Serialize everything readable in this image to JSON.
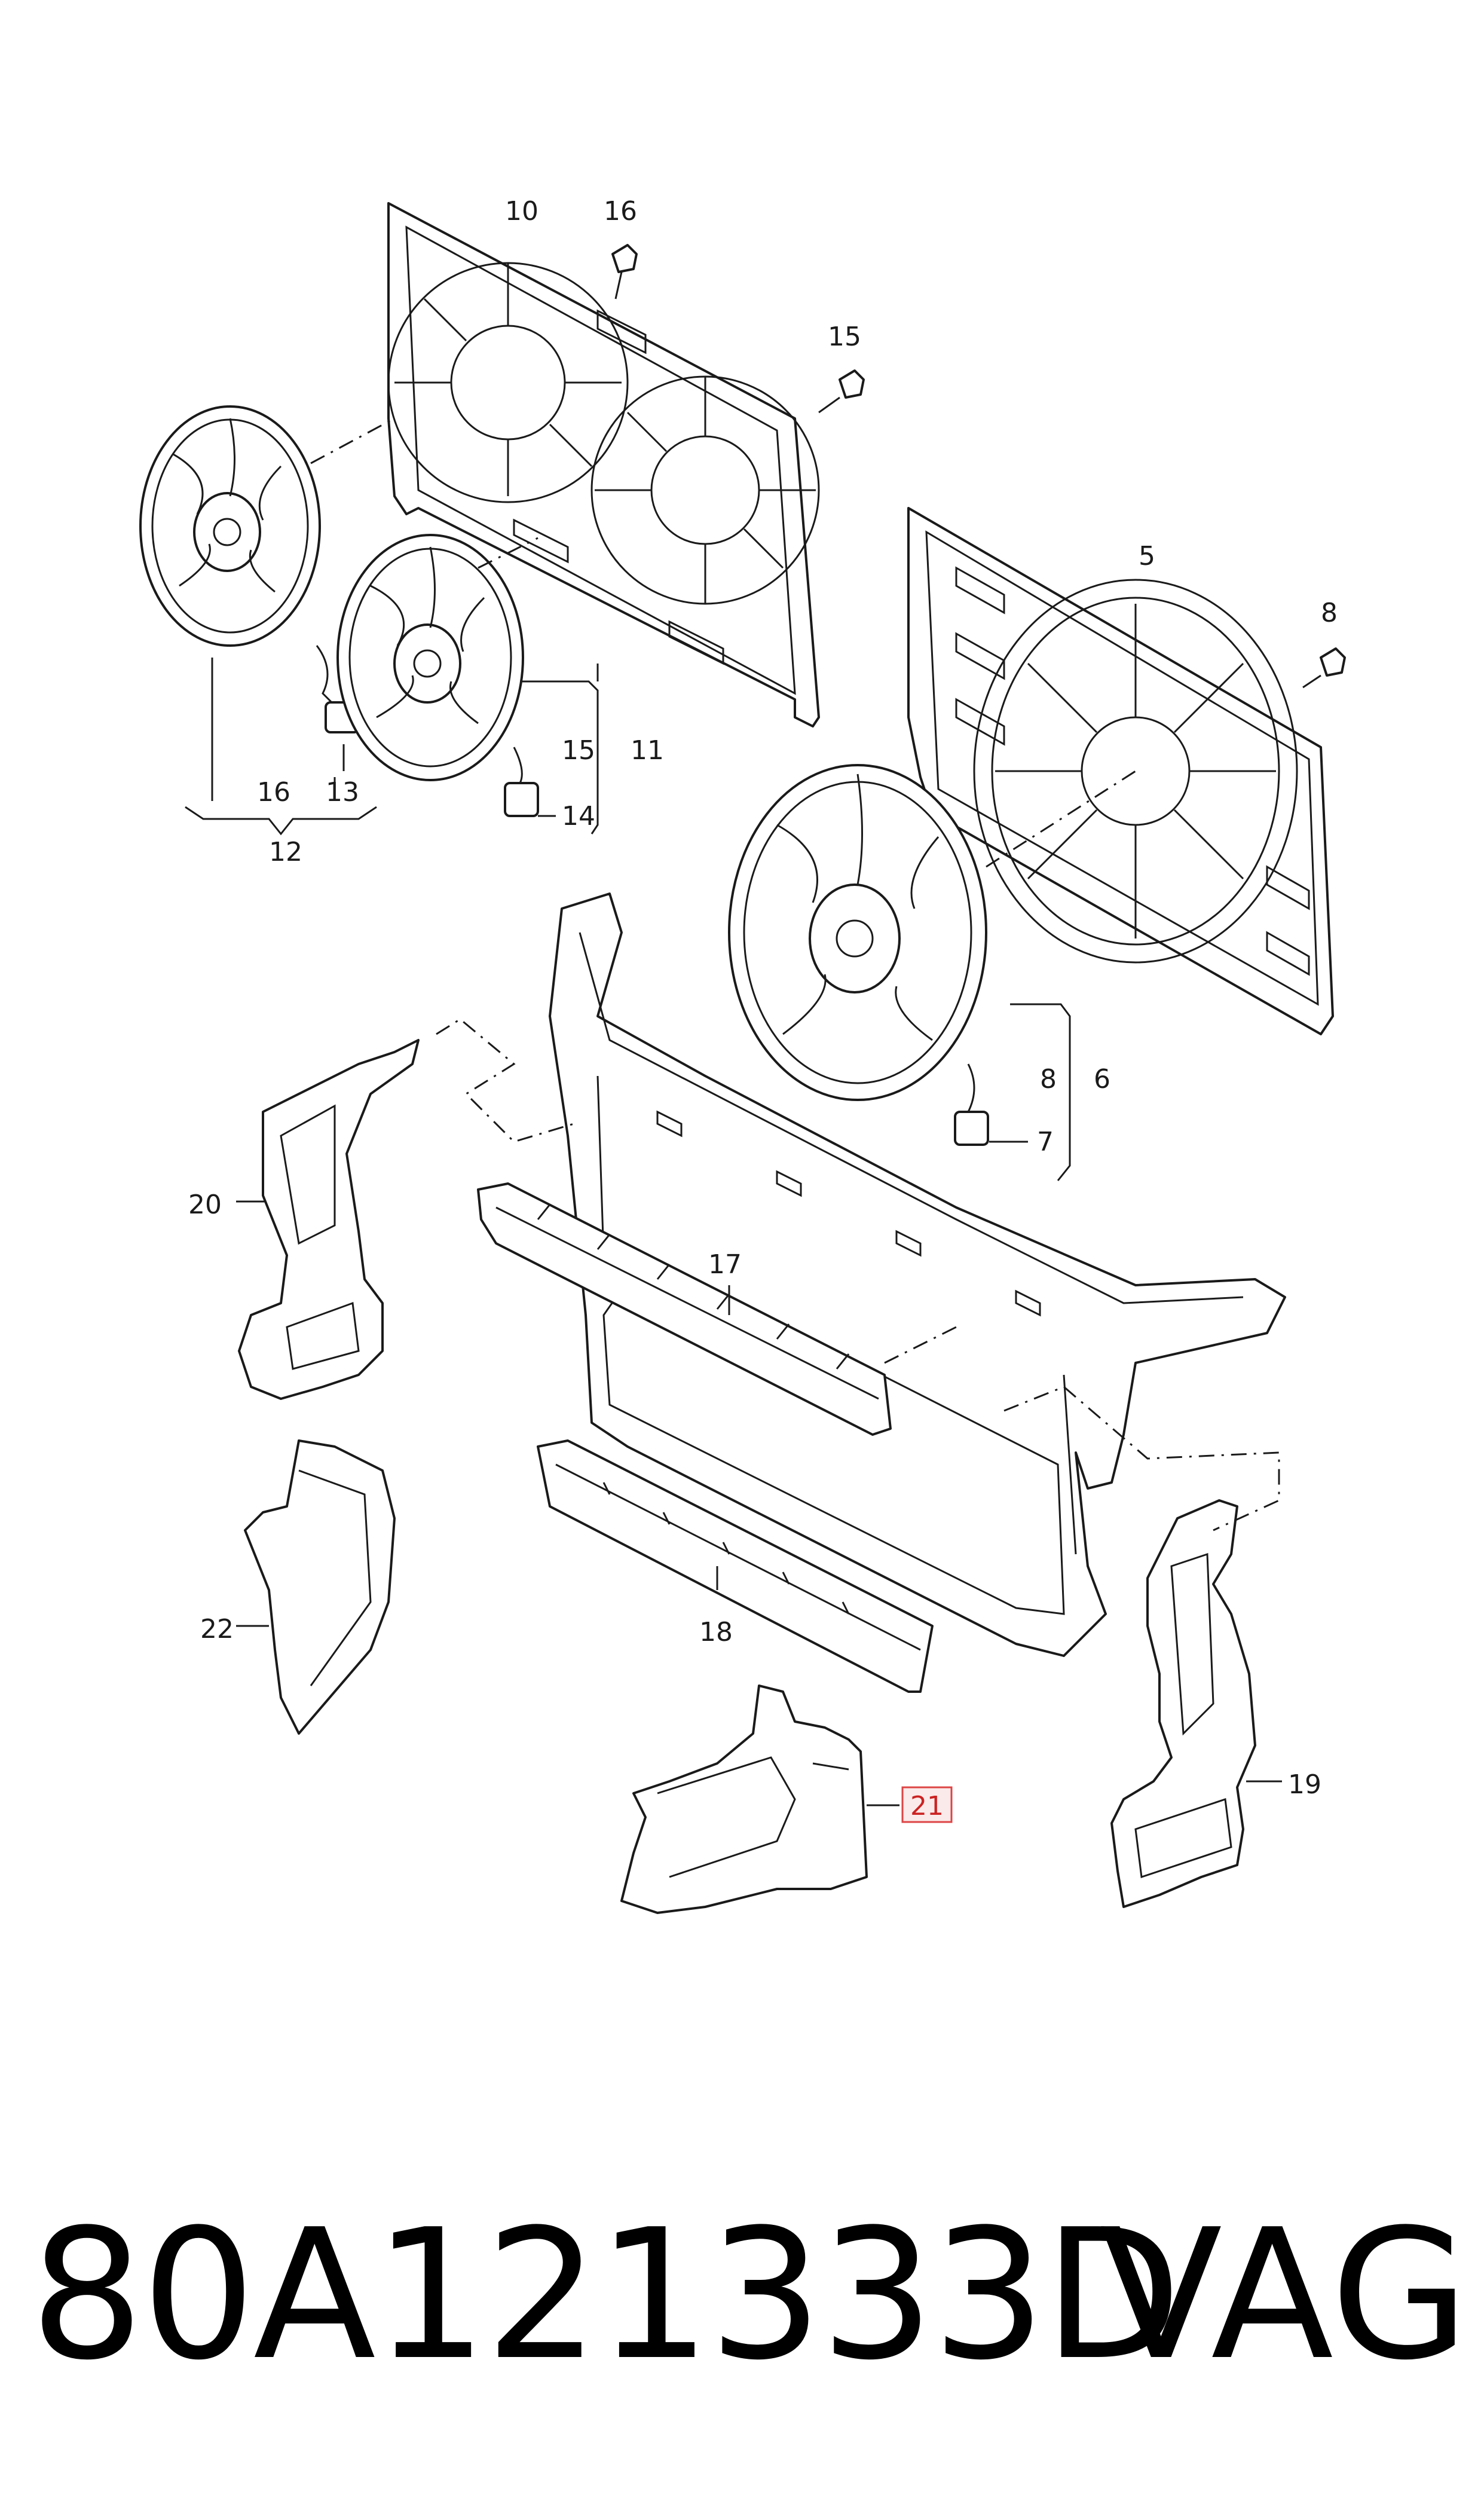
{
  "callouts": {
    "c5": "5",
    "c6": "6",
    "c7": "7",
    "c8a": "8",
    "c8b": "8",
    "c10": "10",
    "c11": "11",
    "c12": "12",
    "c13": "13",
    "c14": "14",
    "c15a": "15",
    "c15b": "15",
    "c16a": "16",
    "c16b": "16",
    "c17": "17",
    "c18": "18",
    "c19": "19",
    "c20": "20",
    "c21": "21",
    "c22": "22"
  },
  "highlighted_callout": "21",
  "colors": {
    "line": "#1a1a1a",
    "highlight": "#cc2222",
    "highlight_fill": "#fbeaea"
  },
  "footer": {
    "part_number": "80A121333D",
    "brand": "VAG"
  }
}
